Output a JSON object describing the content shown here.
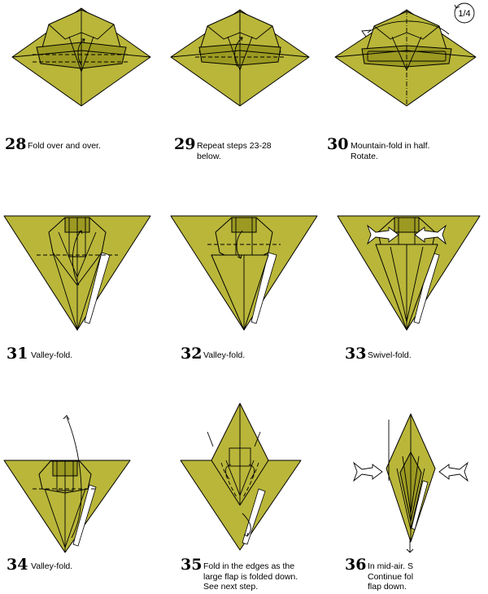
{
  "steps": [
    {
      "number": "28",
      "caption": "Fold over and over."
    },
    {
      "number": "29",
      "caption": "Repeat steps 23-28\nbelow."
    },
    {
      "number": "30",
      "caption": "Mountain-fold in half.\nRotate.",
      "badge": "1/4"
    },
    {
      "number": "31",
      "caption": "Valley-fold."
    },
    {
      "number": "32",
      "caption": "Valley-fold."
    },
    {
      "number": "33",
      "caption": "Swivel-fold."
    },
    {
      "number": "34",
      "caption": "Valley-fold."
    },
    {
      "number": "35",
      "caption": "Fold in the edges as the\nlarge flap is folded down.\nSee next step."
    },
    {
      "number": "36",
      "caption": "In mid-air. S\nContinue fol\nflap down."
    }
  ],
  "colors": {
    "paper": "#b9b63a",
    "shade": "#9c9a22",
    "line": "#000000"
  }
}
